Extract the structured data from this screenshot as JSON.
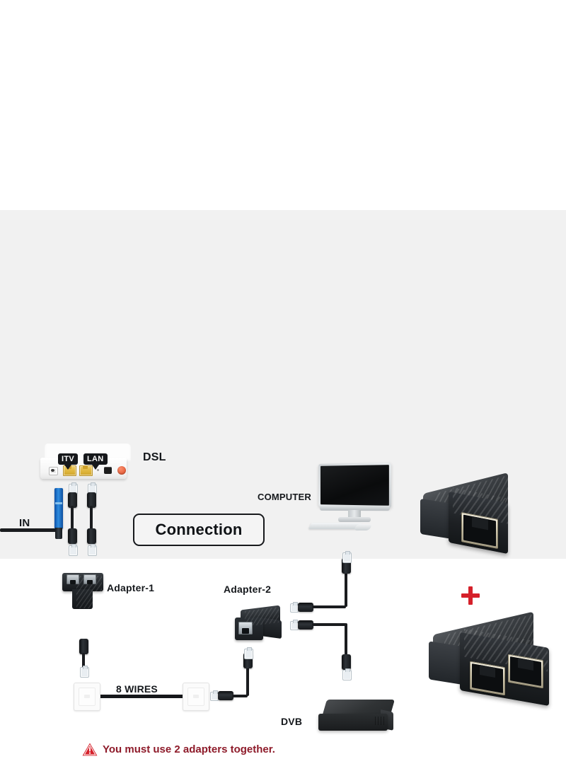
{
  "panel": {
    "background_color": "#f1f1f1",
    "title_box": {
      "label": "Connection"
    }
  },
  "labels": {
    "dsl": "DSL",
    "in": "IN",
    "computer": "COMPUTER",
    "adapter_1": "Adapter-1",
    "adapter_2": "Adapter-2",
    "eight_wires": "8 WIRES",
    "dvb": "DVB"
  },
  "modem": {
    "port_callouts": [
      {
        "label": "ITV"
      },
      {
        "label": "LAN"
      }
    ],
    "ports": [
      "power-port",
      "rj45-itv-port",
      "rj45-lan-port",
      "indicator-dot",
      "reset-button",
      "power-button"
    ]
  },
  "warning": {
    "icon": "warning-triangle-icon",
    "text": "You must use 2 adapters together.",
    "text_color": "#8e1b2a",
    "icon_color": "#d5202a"
  },
  "products": {
    "plus_symbol": "+",
    "plus_color": "#d5202a",
    "items": [
      {
        "name": "rj45-splitter-single-port",
        "ports": 1
      },
      {
        "name": "rj45-splitter-dual-port",
        "ports": 2
      }
    ]
  },
  "devices": [
    {
      "name": "dsl-modem"
    },
    {
      "name": "computer-monitor"
    },
    {
      "name": "dvb-set-top-box"
    },
    {
      "name": "wall-plate",
      "count": 2
    }
  ]
}
